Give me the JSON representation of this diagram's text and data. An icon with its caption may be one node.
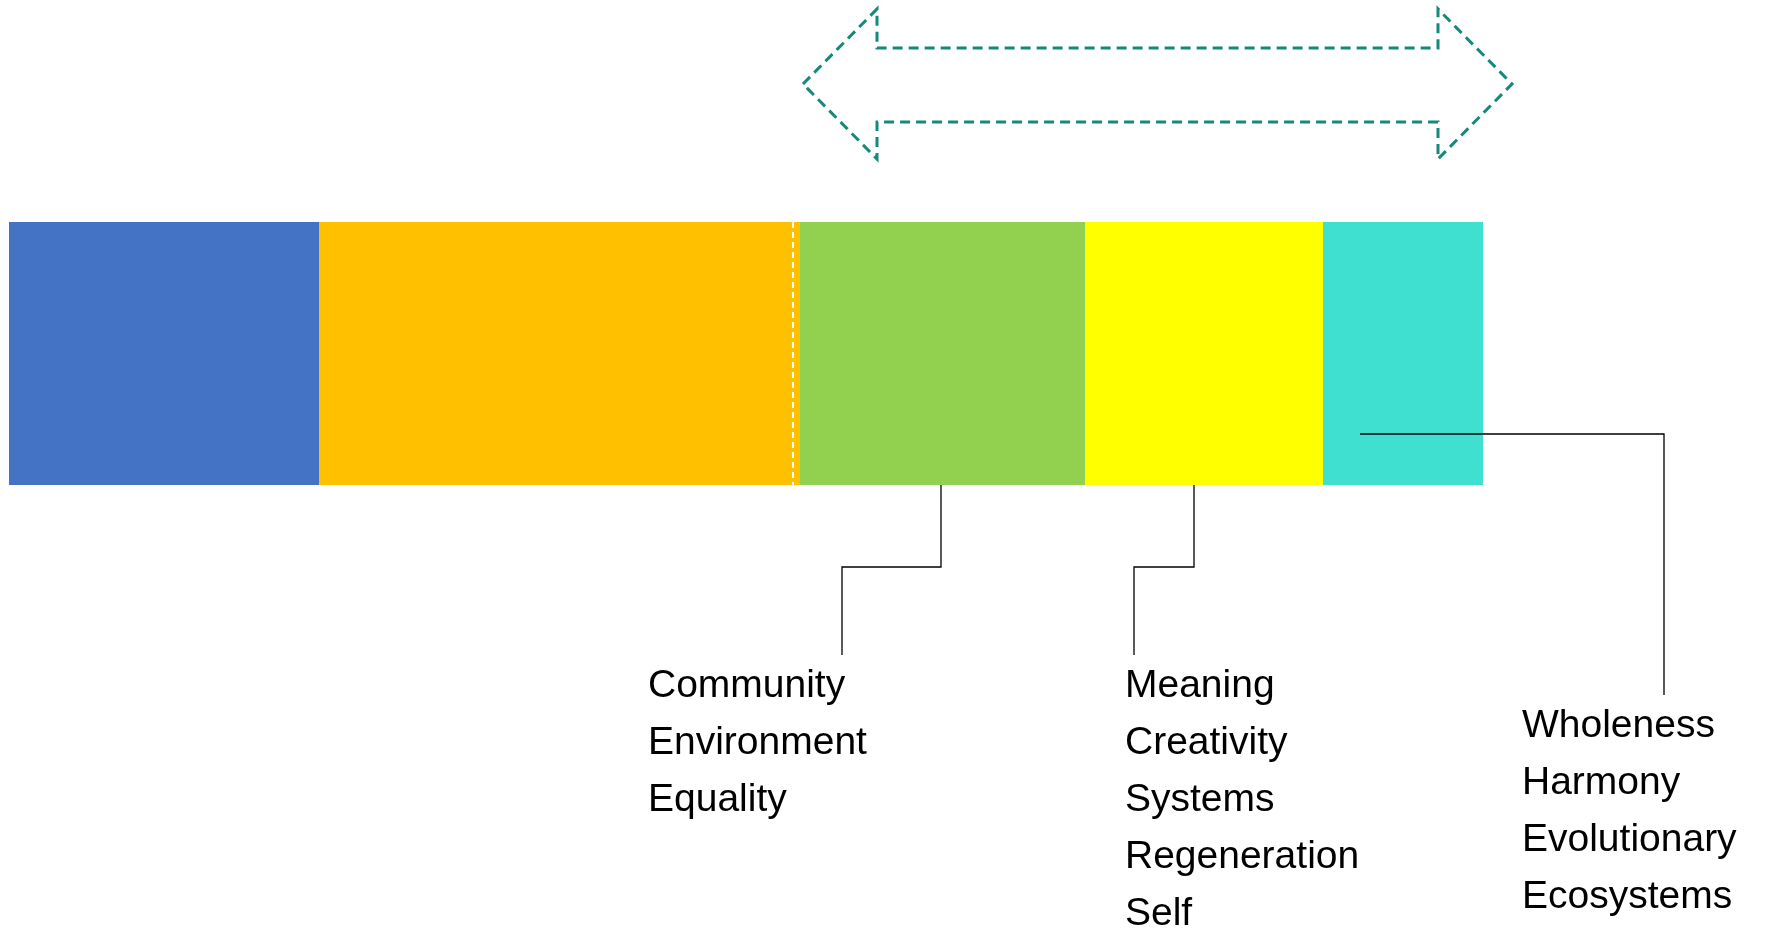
{
  "diagram": {
    "nodes": [
      {
        "text": [],
        "shape": "bar"
      },
      {
        "text": [],
        "shape": "bar"
      },
      {
        "text": [],
        "shape": "bar"
      },
      {
        "text": [],
        "shape": "bar"
      },
      {
        "text": [],
        "shape": "bar"
      },
      {
        "text": [
          "Community",
          "Environment",
          "Equality"
        ]
      },
      {
        "text": [
          "Meaning",
          "Creativity",
          "Systems",
          "Regeneration",
          "Self"
        ]
      },
      {
        "text": [
          "Wholeness",
          "Harmony",
          "Evolutionary",
          "Ecosystems"
        ]
      }
    ],
    "edges": [
      {
        "from": 5,
        "to": 2,
        "arrow": "none"
      },
      {
        "from": 6,
        "to": 3,
        "arrow": "none"
      },
      {
        "from": 7,
        "to": 4,
        "arrow": "none"
      }
    ]
  }
}
